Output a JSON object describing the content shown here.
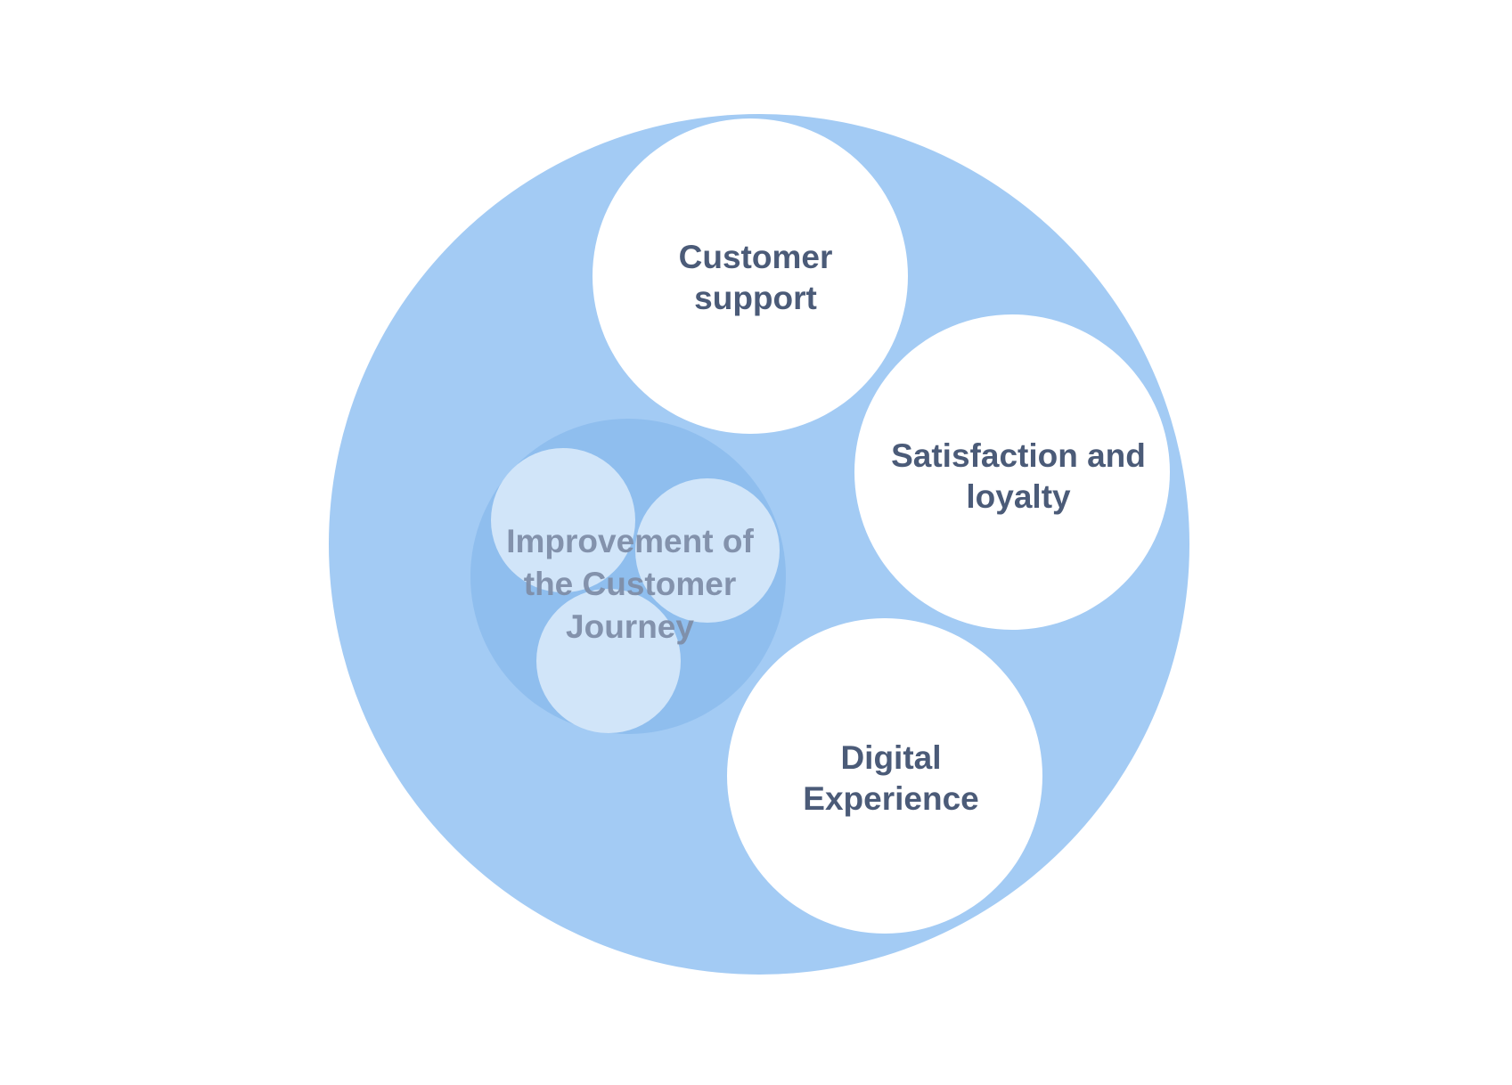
{
  "colors": {
    "outer": "#a3cbf4",
    "inner_group": "#8fbeee",
    "sub_circle": "#d1e5f9",
    "node": "#ffffff",
    "text": "#4b5b78"
  },
  "center": {
    "label_lines": [
      "Improvement of",
      "the Customer",
      "Journey"
    ]
  },
  "nodes": [
    {
      "label_lines": [
        "Customer",
        "support"
      ]
    },
    {
      "label_lines": [
        "Satisfaction and",
        "loyalty"
      ]
    },
    {
      "label_lines": [
        "Digital",
        "Experience"
      ]
    }
  ]
}
